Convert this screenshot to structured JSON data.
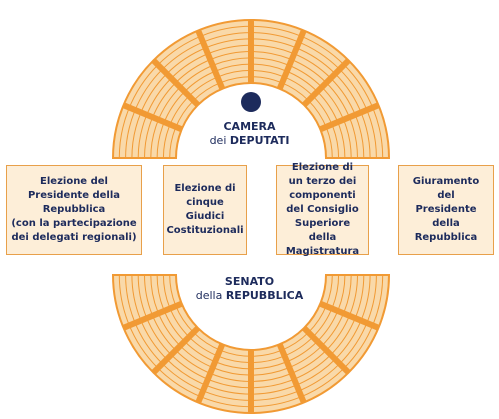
{
  "camera": {
    "line1": "CAMERA",
    "line2_prefix": "dei ",
    "line2_bold": "DEPUTATI"
  },
  "senato": {
    "line1": "SENATO",
    "line2_prefix": "della ",
    "line2_bold": "REPUBBLICA"
  },
  "boxes": [
    {
      "text": "Elezione del\nPresidente della\nRepubblica\n(con la partecipazione\ndei delegati regionali)"
    },
    {
      "text": "Elezione di\ncinque Giudici\nCostituzionali"
    },
    {
      "text": "Elezione di\nun terzo dei\ncomponenti\ndel Consiglio\nSuperiore della\nMagistratura"
    },
    {
      "text": "Giuramento del\nPresidente della\nRepubblica"
    }
  ],
  "colors": {
    "navy": "#1d2b5c",
    "orange": "#f19a34",
    "cream": "#fdeed8",
    "seat_fill": "#f9d9a9"
  }
}
